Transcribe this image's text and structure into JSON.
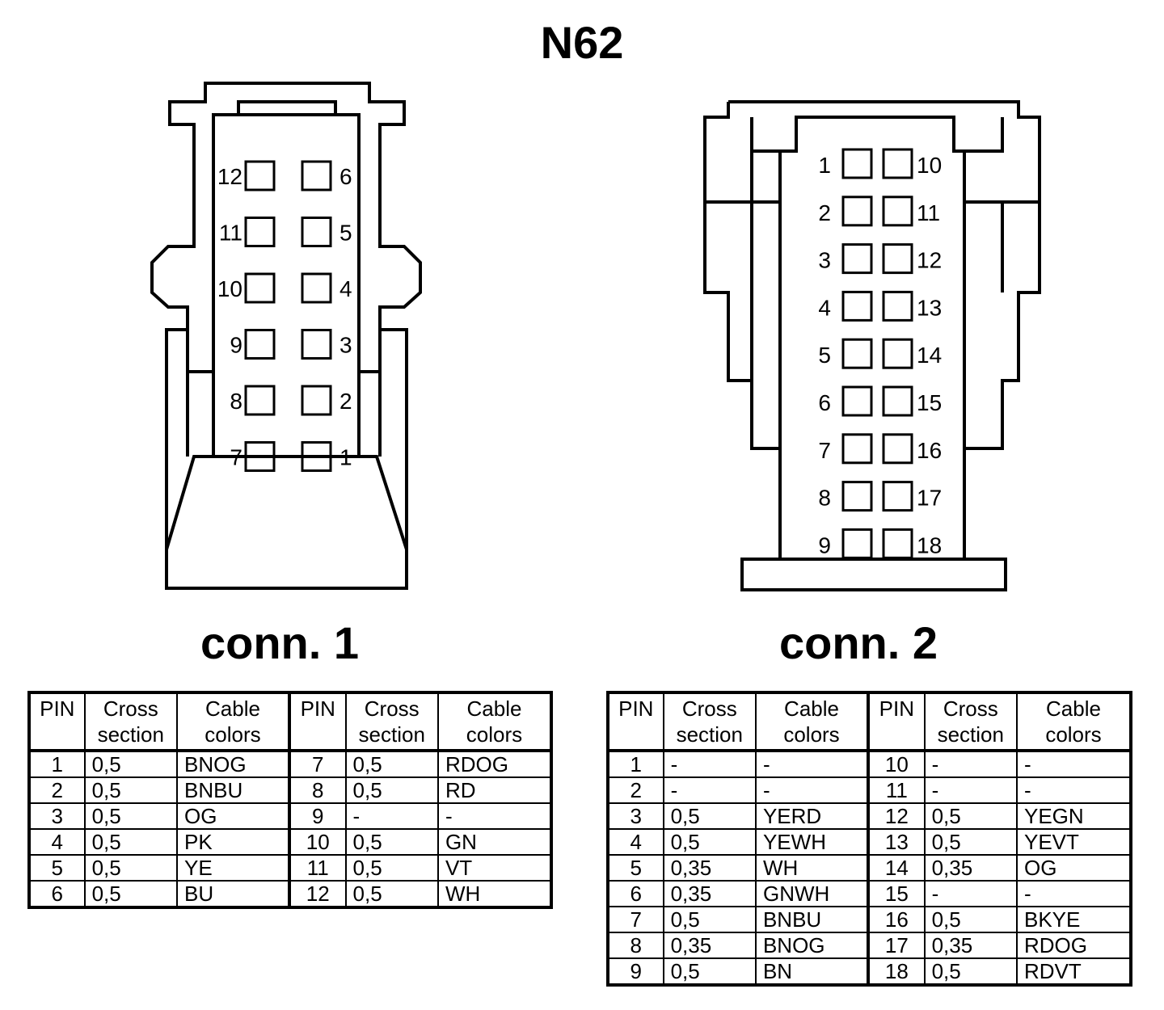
{
  "title": "N62",
  "conn1": {
    "label": "conn. 1",
    "pin_labels_left": [
      "12",
      "11",
      "10",
      "9",
      "8",
      "7"
    ],
    "pin_labels_right": [
      "6",
      "5",
      "4",
      "3",
      "2",
      "1"
    ]
  },
  "conn2": {
    "label": "conn. 2",
    "pin_labels_left": [
      "1",
      "2",
      "3",
      "4",
      "5",
      "6",
      "7",
      "8",
      "9"
    ],
    "pin_labels_right": [
      "10",
      "11",
      "12",
      "13",
      "14",
      "15",
      "16",
      "17",
      "18"
    ]
  },
  "table_headers": {
    "pin": "PIN",
    "cross_1": "Cross",
    "cross_2": "section",
    "cable_1": "Cable",
    "cable_2": "colors"
  },
  "table1": [
    [
      "1",
      "0,5",
      "BNOG",
      "7",
      "0,5",
      "RDOG"
    ],
    [
      "2",
      "0,5",
      "BNBU",
      "8",
      "0,5",
      "RD"
    ],
    [
      "3",
      "0,5",
      "OG",
      "9",
      "-",
      "-"
    ],
    [
      "4",
      "0,5",
      "PK",
      "10",
      "0,5",
      "GN"
    ],
    [
      "5",
      "0,5",
      "YE",
      "11",
      "0,5",
      "VT"
    ],
    [
      "6",
      "0,5",
      "BU",
      "12",
      "0,5",
      "WH"
    ]
  ],
  "table2": [
    [
      "1",
      "-",
      "-",
      "10",
      "-",
      "-"
    ],
    [
      "2",
      "-",
      "-",
      "11",
      "-",
      "-"
    ],
    [
      "3",
      "0,5",
      "YERD",
      "12",
      "0,5",
      "YEGN"
    ],
    [
      "4",
      "0,5",
      "YEWH",
      "13",
      "0,5",
      "YEVT"
    ],
    [
      "5",
      "0,35",
      "WH",
      "14",
      "0,35",
      "OG"
    ],
    [
      "6",
      "0,35",
      "GNWH",
      "15",
      "-",
      "-"
    ],
    [
      "7",
      "0,5",
      "BNBU",
      "16",
      "0,5",
      "BKYE"
    ],
    [
      "8",
      "0,35",
      "BNOG",
      "17",
      "0,35",
      "RDOG"
    ],
    [
      "9",
      "0,5",
      "BN",
      "18",
      "0,5",
      "RDVT"
    ]
  ]
}
